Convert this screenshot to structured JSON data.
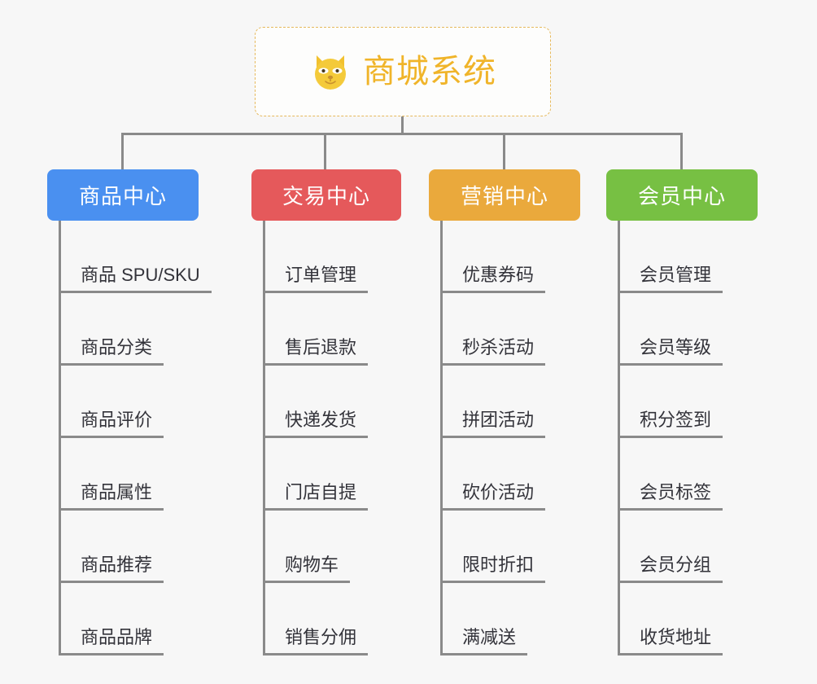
{
  "canvas": {
    "background_color": "#f7f7f7",
    "line_color": "#8a8a8a"
  },
  "root": {
    "title": "商城系统",
    "icon": "shiba-inu-dog-face-emoji",
    "border_color": "#e6b95c",
    "text_color": "#f0b429",
    "background_color": "#fdfdfc"
  },
  "branches": [
    {
      "label": "商品中心",
      "color": "#4a90f0",
      "items": [
        "商品 SPU/SKU",
        "商品分类",
        "商品评价",
        "商品属性",
        "商品推荐",
        "商品品牌"
      ]
    },
    {
      "label": "交易中心",
      "color": "#e5595b",
      "items": [
        "订单管理",
        "售后退款",
        "快递发货",
        "门店自提",
        "购物车",
        "销售分佣"
      ]
    },
    {
      "label": "营销中心",
      "color": "#eaa93c",
      "items": [
        "优惠券码",
        "秒杀活动",
        "拼团活动",
        "砍价活动",
        "限时折扣",
        "满减送"
      ]
    },
    {
      "label": "会员中心",
      "color": "#77c043",
      "items": [
        "会员管理",
        "会员等级",
        "积分签到",
        "会员标签",
        "会员分组",
        "收货地址"
      ]
    }
  ]
}
